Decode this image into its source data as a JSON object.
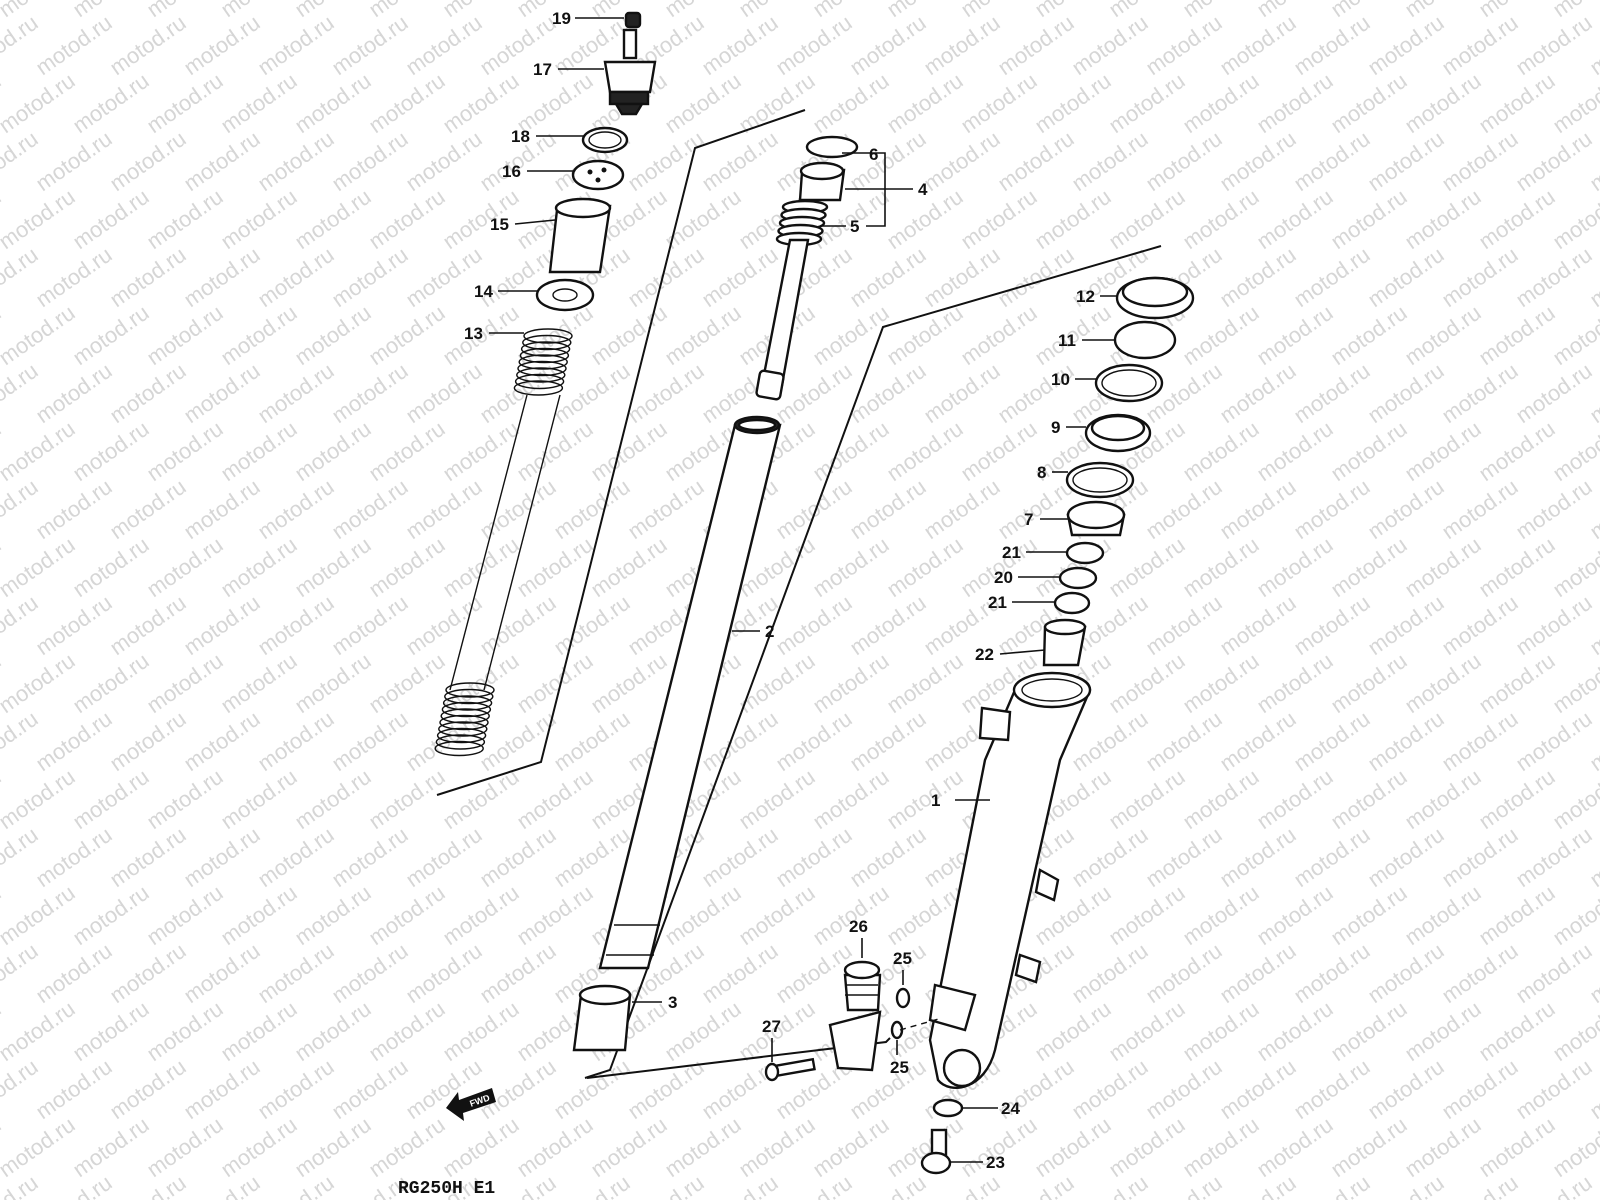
{
  "diagram": {
    "model_code": "RG250H E1",
    "direction_badge": "FWD",
    "watermark_text": "motod.ru",
    "colors": {
      "ink": "#111111",
      "watermark": "#d6d6d6",
      "background": "#ffffff"
    },
    "callouts": [
      {
        "id": "c1",
        "label": "1"
      },
      {
        "id": "c2",
        "label": "2"
      },
      {
        "id": "c3",
        "label": "3"
      },
      {
        "id": "c4",
        "label": "4"
      },
      {
        "id": "c5",
        "label": "5"
      },
      {
        "id": "c6",
        "label": "6"
      },
      {
        "id": "c7",
        "label": "7"
      },
      {
        "id": "c8",
        "label": "8"
      },
      {
        "id": "c9",
        "label": "9"
      },
      {
        "id": "c10",
        "label": "10"
      },
      {
        "id": "c11",
        "label": "11"
      },
      {
        "id": "c12",
        "label": "12"
      },
      {
        "id": "c13",
        "label": "13"
      },
      {
        "id": "c14",
        "label": "14"
      },
      {
        "id": "c15",
        "label": "15"
      },
      {
        "id": "c16",
        "label": "16"
      },
      {
        "id": "c17",
        "label": "17"
      },
      {
        "id": "c18",
        "label": "18"
      },
      {
        "id": "c19",
        "label": "19"
      },
      {
        "id": "c20",
        "label": "20"
      },
      {
        "id": "c21a",
        "label": "21"
      },
      {
        "id": "c21b",
        "label": "21"
      },
      {
        "id": "c22",
        "label": "22"
      },
      {
        "id": "c23",
        "label": "23"
      },
      {
        "id": "c24",
        "label": "24"
      },
      {
        "id": "c25a",
        "label": "25"
      },
      {
        "id": "c25b",
        "label": "25"
      },
      {
        "id": "c26",
        "label": "26"
      },
      {
        "id": "c27",
        "label": "27"
      }
    ]
  }
}
